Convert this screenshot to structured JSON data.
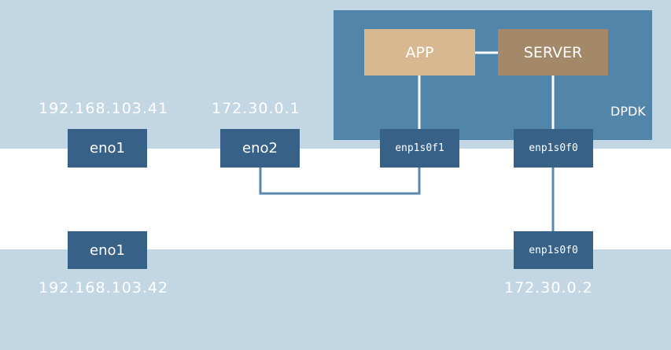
{
  "colors": {
    "band": "#c2d6e4",
    "dpdk": "#5185aa",
    "nic": "#386187",
    "app": "#d8b88f",
    "server": "#a3896a",
    "line": "#5a87ad"
  },
  "host_top": {
    "ip_left": "192.168.103.41",
    "ip_mid": "172.30.0.1",
    "nic_eno1": "eno1",
    "nic_eno2": "eno2",
    "dpdk": {
      "label": "DPDK",
      "app": "APP",
      "server": "SERVER",
      "nic_f1": "enp1s0f1",
      "nic_f0": "enp1s0f0"
    }
  },
  "host_bottom": {
    "ip_left": "192.168.103.42",
    "ip_right": "172.30.0.2",
    "nic_eno1": "eno1",
    "nic_f0": "enp1s0f0"
  }
}
